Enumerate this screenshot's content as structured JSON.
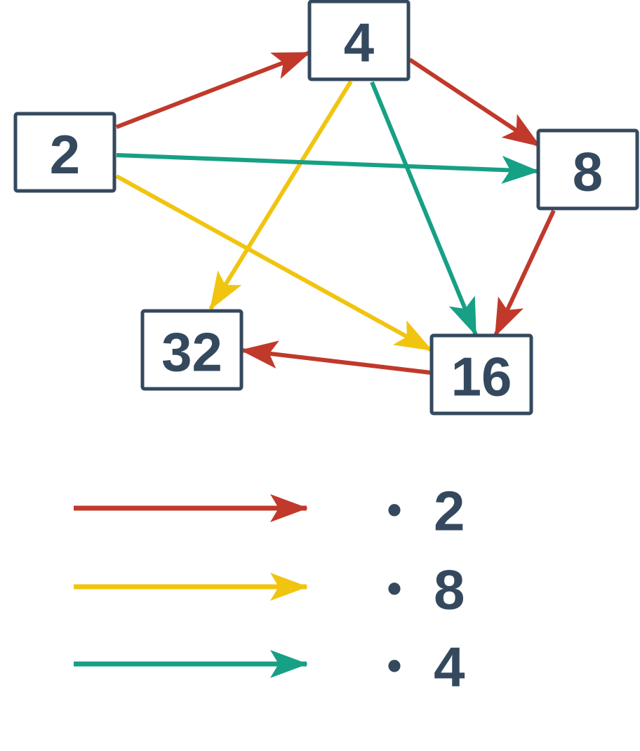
{
  "colors": {
    "node": "#34495e",
    "red": "#c0392b",
    "yellow": "#f1c40f",
    "teal": "#16a085"
  },
  "nodes": [
    {
      "id": "n2",
      "label": "2"
    },
    {
      "id": "n4",
      "label": "4"
    },
    {
      "id": "n8",
      "label": "8"
    },
    {
      "id": "n16",
      "label": "16"
    },
    {
      "id": "n32",
      "label": "32"
    }
  ],
  "edges": [
    {
      "from": "n2",
      "to": "n4",
      "color": "red"
    },
    {
      "from": "n4",
      "to": "n8",
      "color": "red"
    },
    {
      "from": "n8",
      "to": "n16",
      "color": "red"
    },
    {
      "from": "n16",
      "to": "n32",
      "color": "red"
    },
    {
      "from": "n2",
      "to": "n16",
      "color": "yellow"
    },
    {
      "from": "n4",
      "to": "n32",
      "color": "yellow"
    },
    {
      "from": "n2",
      "to": "n8",
      "color": "teal"
    },
    {
      "from": "n4",
      "to": "n16",
      "color": "teal"
    }
  ],
  "legend": [
    {
      "color": "red",
      "bullet": "•",
      "label": "2"
    },
    {
      "color": "yellow",
      "bullet": "•",
      "label": "8"
    },
    {
      "color": "teal",
      "bullet": "•",
      "label": "4"
    }
  ]
}
